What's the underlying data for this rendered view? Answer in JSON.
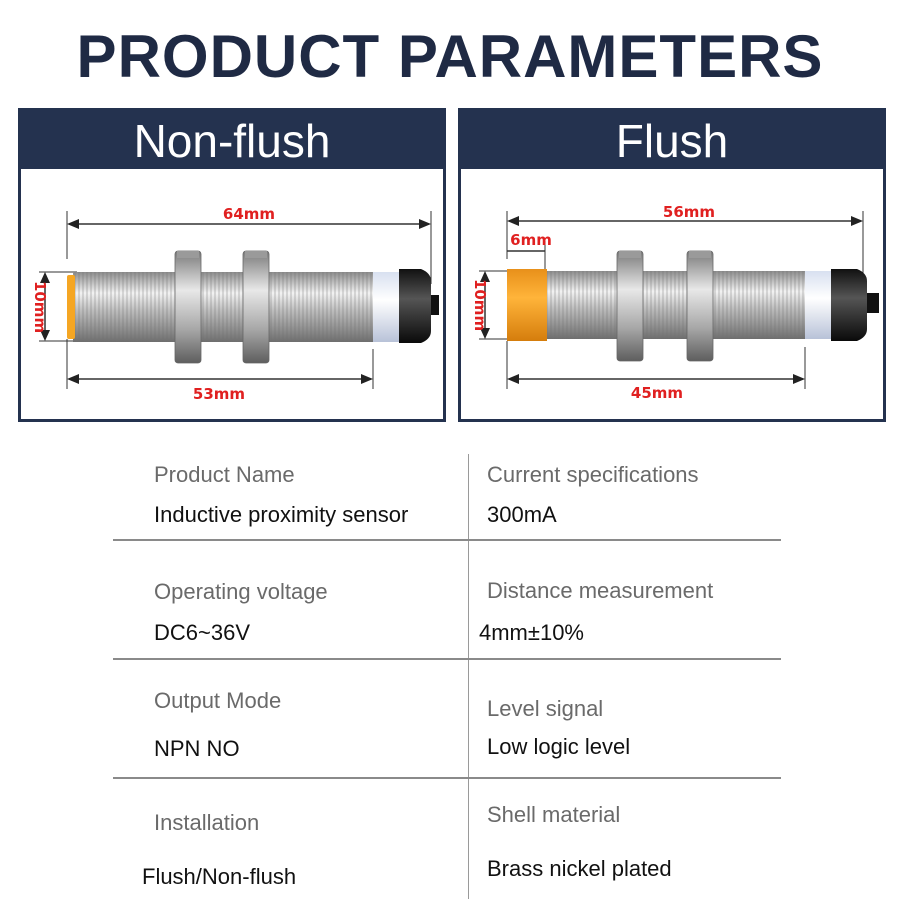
{
  "title": "PRODUCT PARAMETERS",
  "panels": {
    "nonflush": {
      "label": "Non-flush",
      "dim_total": "64mm",
      "dim_body": "53mm",
      "dim_diameter": "10mm"
    },
    "flush": {
      "label": "Flush",
      "dim_total": "56mm",
      "dim_tip": "6mm",
      "dim_body": "45mm",
      "dim_diameter": "10mm"
    }
  },
  "colors": {
    "header_bg": "#24324f",
    "dimension": "#e02020",
    "sensor_face": "#f5a623",
    "cable_cap": "#222222"
  },
  "specs": [
    {
      "label": "Product Name",
      "value": "Inductive proximity sensor"
    },
    {
      "label": "Current specifications",
      "value": "300mA"
    },
    {
      "label": "Operating voltage",
      "value": "DC6~36V"
    },
    {
      "label": "Distance measurement",
      "value": "4mm±10%"
    },
    {
      "label": "Output Mode",
      "value": "NPN NO"
    },
    {
      "label": "Level signal",
      "value": "Low logic level"
    },
    {
      "label": "Installation",
      "value": "Flush/Non-flush"
    },
    {
      "label": "Shell material",
      "value": "Brass nickel plated"
    }
  ]
}
